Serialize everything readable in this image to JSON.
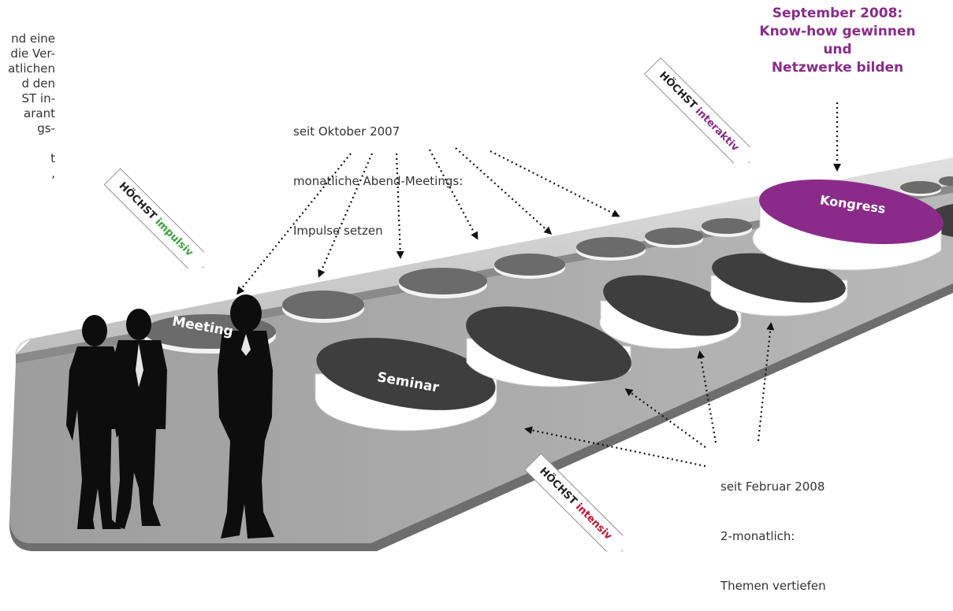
{
  "intro_paragraph": [
    "nd eine",
    "die Ver-",
    "atlichen",
    "d den",
    "ST in-",
    "arant",
    "gs-",
    "",
    "t",
    ","
  ],
  "headline": {
    "lines": [
      "September 2008:",
      "Know-how gewinnen",
      "und",
      "Netzwerke bilden"
    ],
    "color": "#8a2b8a"
  },
  "annotations": {
    "oktober": [
      "seit Oktober 2007",
      "monatliche Abend-Meetings:",
      "Impulse setzen"
    ],
    "februar": [
      "seit Februar 2008",
      "2-monatlich:",
      "Themen vertiefen"
    ]
  },
  "flags": {
    "impulsiv": {
      "prefix": "HÖCHST",
      "word": "impulsiv",
      "color": "#3aa63a"
    },
    "interaktiv": {
      "prefix": "HÖCHST",
      "word": "interaktiv",
      "color": "#8a2b8a"
    },
    "intensiv": {
      "prefix": "HÖCHST",
      "word": "intensiv",
      "color": "#c8102e"
    }
  },
  "discs": {
    "meeting": "Meeting",
    "seminar": "Seminar",
    "kongress": "Kongress"
  },
  "colors": {
    "track_light": "#cfcfcf",
    "track_dark": "#a9a9a9",
    "disc_gray": "#6b6b6b",
    "disc_dark": "#3e3e3e",
    "kongress": "#8a2b8a"
  },
  "icons": [
    "businessmen-silhouette-icon",
    "dotted-arrow-icon"
  ]
}
